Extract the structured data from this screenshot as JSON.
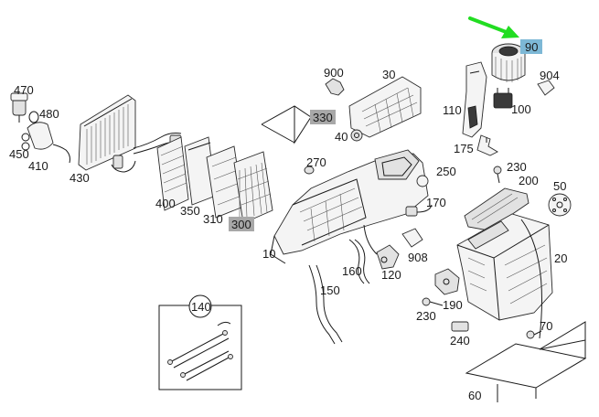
{
  "callouts": {
    "c470": "470",
    "c480": "480",
    "c450": "450",
    "c410": "410",
    "c430": "430",
    "c900": "900",
    "c30": "30",
    "c330": "330",
    "c40": "40",
    "c400": "400",
    "c350": "350",
    "c310": "310",
    "c300": "300",
    "c270": "270",
    "c250": "250",
    "c170": "170",
    "c10": "10",
    "c160": "160",
    "c120": "120",
    "c908": "908",
    "c150": "150",
    "c140": "140",
    "c190": "190",
    "c230b": "230",
    "c240": "240",
    "c70": "70",
    "c60": "60",
    "c20": "20",
    "c50": "50",
    "c200": "200",
    "c230a": "230",
    "c175": "175",
    "c110": "110",
    "c100": "100",
    "c904": "904",
    "c90": "90"
  },
  "colors": {
    "highlight_selected": "#7db8d6",
    "highlight_gray": "#a8a8a8",
    "arrow": "#22dd22"
  }
}
